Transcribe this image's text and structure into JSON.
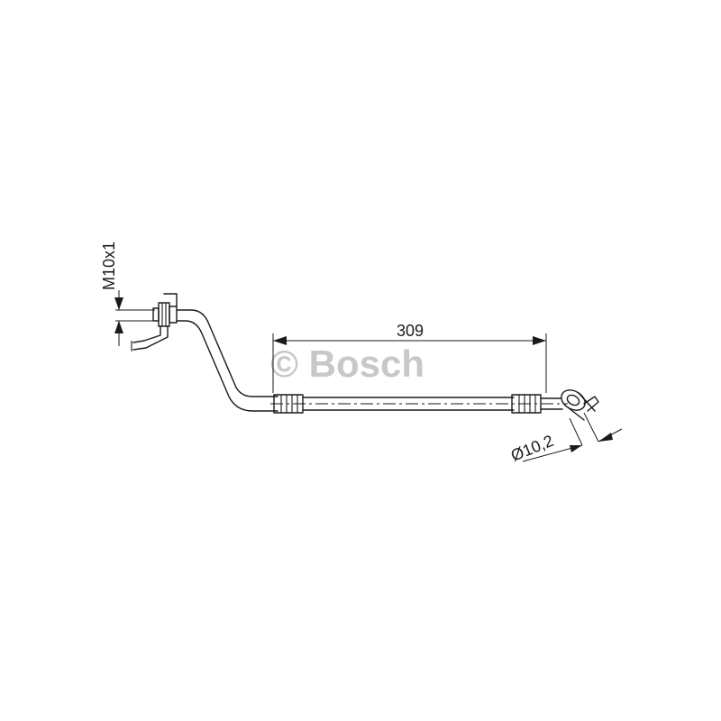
{
  "watermark": {
    "text": "© Bosch",
    "color": "#c8c8c8"
  },
  "dimensions": {
    "length": "309",
    "diameter": "Ø10,2",
    "thread": "M10x1"
  },
  "colors": {
    "line": "#1a1a1a",
    "background": "#ffffff"
  }
}
